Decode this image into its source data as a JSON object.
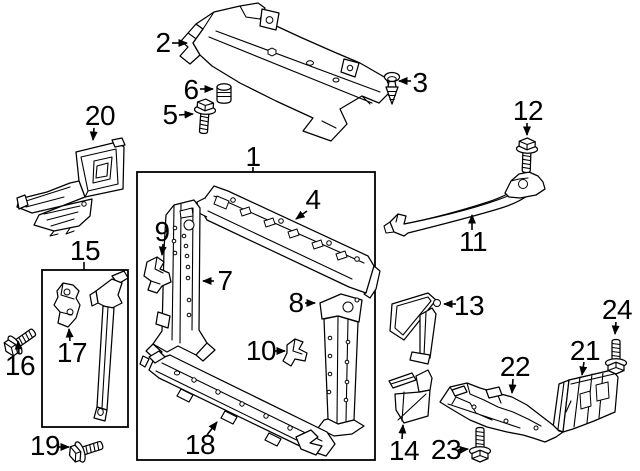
{
  "diagram": {
    "bg_color": "#ffffff",
    "line_color": "#000000",
    "callouts": {
      "c1": "1",
      "c2": "2",
      "c3": "3",
      "c4": "4",
      "c5": "5",
      "c6": "6",
      "c7": "7",
      "c8": "8",
      "c9": "9",
      "c10": "10",
      "c11": "11",
      "c12": "12",
      "c13": "13",
      "c14": "14",
      "c15": "15",
      "c16": "16",
      "c17": "17",
      "c18": "18",
      "c19": "19",
      "c20": "20",
      "c21": "21",
      "c22": "22",
      "c23": "23",
      "c24": "24"
    }
  }
}
